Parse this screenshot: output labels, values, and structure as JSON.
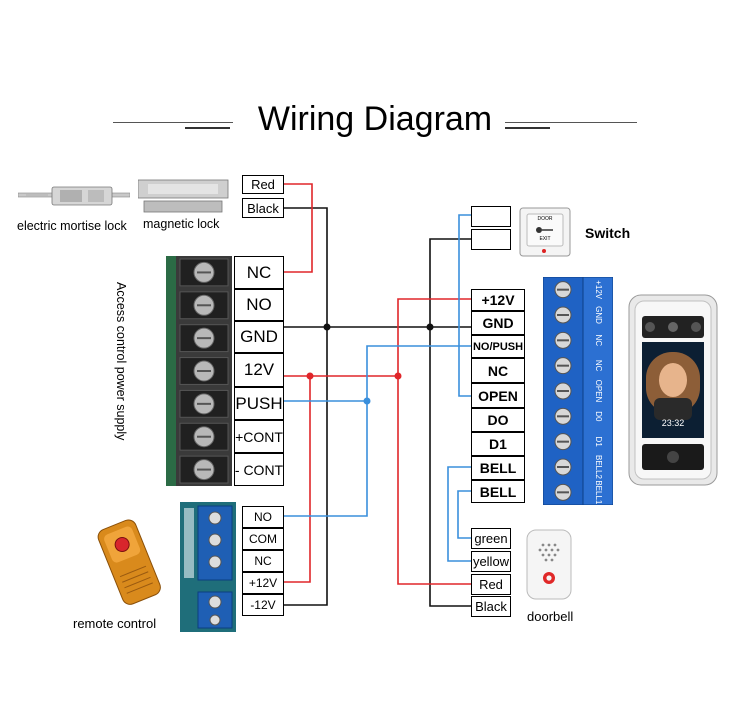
{
  "title": "Wiring Diagram",
  "colors": {
    "red_wire": "#e0262a",
    "blue_wire": "#3a8fdc",
    "black_wire": "#111111"
  },
  "lock": {
    "wires": [
      "Red",
      "Black"
    ],
    "labels": {
      "mortise": "electric mortise lock",
      "magnetic": "magnetic lock"
    }
  },
  "power_supply": {
    "label": "Access control power supply",
    "terminals": [
      "NC",
      "NO",
      "GND",
      "12V",
      "PUSH",
      "+CONT",
      "- CONT"
    ]
  },
  "remote": {
    "label": "remote control",
    "terminals": [
      "NO",
      "COM",
      "NC",
      "+12V",
      "-12V"
    ]
  },
  "switch": {
    "label": "Switch",
    "icon_text": [
      "DOOR",
      "EXIT"
    ]
  },
  "terminal": {
    "terminals": [
      "+12V",
      "GND",
      "NO/PUSH",
      "NC",
      "OPEN",
      "DO",
      "D1",
      "BELL",
      "BELL"
    ],
    "strip_labels": [
      "+12V",
      "GND",
      "NC",
      "NC",
      "OPEN",
      "D0",
      "D1",
      "BELL2",
      "BELL1"
    ],
    "screen_time": "23:32"
  },
  "doorbell": {
    "label": "doorbell",
    "wires": [
      "green",
      "yellow",
      "Red",
      "Black"
    ]
  }
}
